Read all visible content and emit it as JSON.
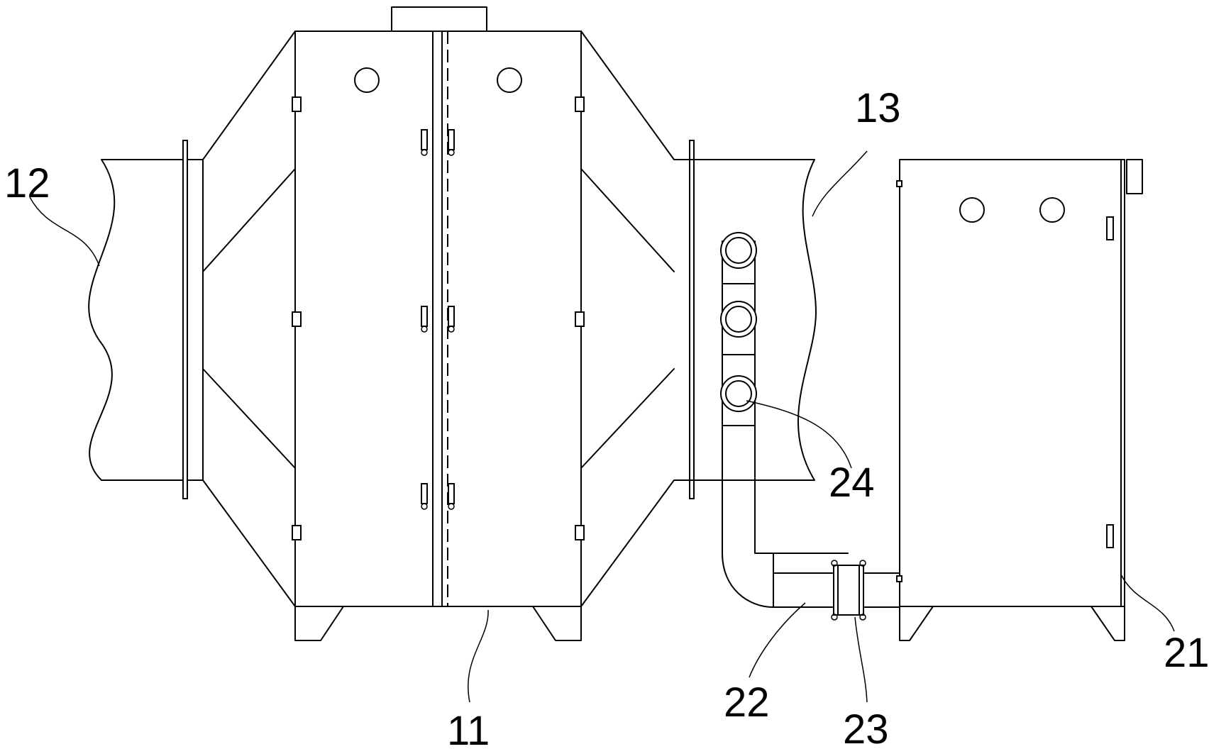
{
  "labels": {
    "l11": "11",
    "l12": "12",
    "l13": "13",
    "l21": "21",
    "l22": "22",
    "l23": "23",
    "l24": "24"
  }
}
